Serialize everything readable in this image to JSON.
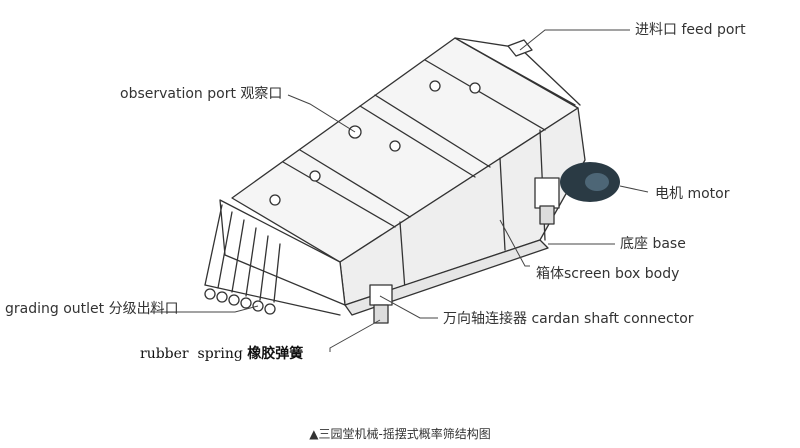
{
  "labels": {
    "feed_port": "进料口 feed port",
    "observation_port": "observation port 观察口",
    "motor": "电机 motor",
    "base": "底座 base",
    "screen_box_body": "箱体screen box body",
    "grading_outlet": "grading outlet 分级出料口",
    "cardan_shaft_connector": "万向轴连接器 cardan shaft connector",
    "rubber_spring_en": "rubber  spring",
    "rubber_spring_cn": "橡胶弹簧"
  },
  "caption": "▲三园堂机械-摇摆式概率筛结构图",
  "colors": {
    "line": "#333333",
    "fill_top": "#f4f4f4",
    "fill_side": "#eeeeee",
    "motor": "#2a3a44"
  }
}
